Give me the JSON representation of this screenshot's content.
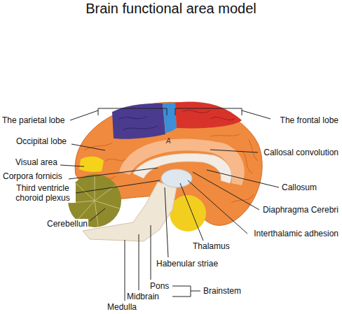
{
  "diagram": {
    "title": "Brain functional area model",
    "labels": [
      "The parietal lobe",
      "The frontal lobe",
      "Occipital lobe",
      "Callosal convolution",
      "Visual area",
      "Corpora fornicis",
      "Third ventricle choroid plexus",
      "Callosum",
      "Cerebellun",
      "Diaphragma Cerebri",
      "Interthalamic adhesion",
      "Thalamus",
      "Habenular striae",
      "Pons",
      "Midbrain",
      "Brainstem",
      "Medulla",
      "A"
    ]
  }
}
